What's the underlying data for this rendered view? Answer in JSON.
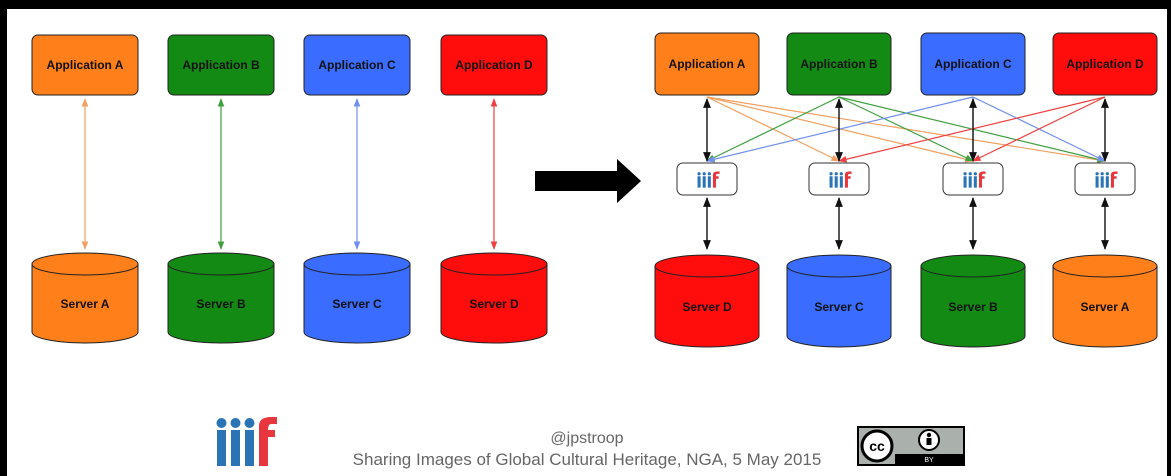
{
  "colors": {
    "orange": "#ff7f1a",
    "green": "#138a13",
    "blue": "#3a6cff",
    "red": "#ff0d0d",
    "orange_line": "#f0a060",
    "green_line": "#40a040",
    "blue_line": "#7090ee",
    "red_line": "#ee4040",
    "iiif_blue": "#2a74b6",
    "iiif_red": "#e8363f"
  },
  "left": {
    "applications": [
      {
        "label": "Application A",
        "color": "orange"
      },
      {
        "label": "Application B",
        "color": "green"
      },
      {
        "label": "Application C",
        "color": "blue"
      },
      {
        "label": "Application D",
        "color": "red"
      }
    ],
    "servers": [
      {
        "label": "Server A",
        "color": "orange"
      },
      {
        "label": "Server B",
        "color": "green"
      },
      {
        "label": "Server C",
        "color": "blue"
      },
      {
        "label": "Server D",
        "color": "red"
      }
    ]
  },
  "right": {
    "applications": [
      {
        "label": "Application A",
        "color": "orange"
      },
      {
        "label": "Application B",
        "color": "green"
      },
      {
        "label": "Application C",
        "color": "blue"
      },
      {
        "label": "Application D",
        "color": "red"
      }
    ],
    "servers": [
      {
        "label": "Server D",
        "color": "red"
      },
      {
        "label": "Server C",
        "color": "blue"
      },
      {
        "label": "Server B",
        "color": "green"
      },
      {
        "label": "Server A",
        "color": "orange"
      }
    ],
    "iiif_nodes": 4,
    "edges": [
      {
        "from": 0,
        "to": 1,
        "color": "orange_line"
      },
      {
        "from": 0,
        "to": 2,
        "color": "orange_line"
      },
      {
        "from": 0,
        "to": 3,
        "color": "orange_line"
      },
      {
        "from": 1,
        "to": 0,
        "color": "green_line"
      },
      {
        "from": 1,
        "to": 2,
        "color": "green_line"
      },
      {
        "from": 1,
        "to": 3,
        "color": "green_line"
      },
      {
        "from": 2,
        "to": 0,
        "color": "blue_line"
      },
      {
        "from": 2,
        "to": 2,
        "color": "blue_line"
      },
      {
        "from": 2,
        "to": 3,
        "color": "blue_line"
      },
      {
        "from": 3,
        "to": 1,
        "color": "red_line"
      },
      {
        "from": 3,
        "to": 2,
        "color": "red_line"
      }
    ]
  },
  "footer": {
    "handle": "@jpstroop",
    "caption": "Sharing Images of Global Cultural Heritage, NGA, 5 May 2015",
    "license_badge": {
      "cc": "cc",
      "by": "BY"
    }
  }
}
